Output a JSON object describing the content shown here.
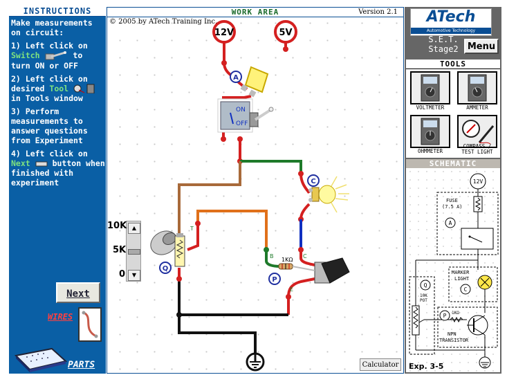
{
  "instructions": {
    "title": "INSTRUCTIONS",
    "intro": "Make measurements on circuit:",
    "step1_a": "1) Left click on",
    "step1_switch": "Switch",
    "step1_b": "to turn ON or OFF",
    "step2_a": "2) Left click on desired",
    "step2_tool": "Tool",
    "step2_b": "in Tools window",
    "step3": "3) Perform measurements to answer questions from Experiment",
    "step4_a": "4) Left click on",
    "step4_next": "Next",
    "step4_b": "button when finished with experiment"
  },
  "left_panel": {
    "next_button": "Next",
    "wires_label": "WIRES",
    "parts_label": "PARTS"
  },
  "work_area": {
    "title": "WORK AREA",
    "version": "Version 2.1",
    "copyright": "© 2005 by ATech Training Inc.",
    "supply_12v": "12V",
    "supply_5v": "5V",
    "label_a": "A",
    "label_c": "C",
    "label_p": "P",
    "label_q": "Q",
    "switch_on": "ON",
    "switch_off": "OFF",
    "pot_10k": "10K",
    "pot_5k": "5K",
    "pot_0": "0",
    "resistor_label": "1KΩ",
    "pin_t": "T",
    "pin_b": "B",
    "pin_c": "C",
    "pin_e": "E",
    "calculator_button": "Calculator"
  },
  "header_right": {
    "logo": "ATech",
    "logo_sub": "Automotive Technology",
    "set_line1": "S.E.T.",
    "set_line2": "Stage2",
    "menu_button": "Menu"
  },
  "tools": {
    "title": "TOOLS",
    "voltmeter": "VOLTMETER",
    "ammeter": "AMMETER",
    "ohmmeter": "OHMMETER",
    "compass_line1": "COMPASS /",
    "compass_line2": "TEST LIGHT"
  },
  "schematic": {
    "title": "SCHEMATIC",
    "supply": "12V",
    "fuse_line1": "FUSE",
    "fuse_line2": "(7.5 A)",
    "label_a": "A",
    "marker_line1": "MARKER",
    "marker_line2": "LIGHT",
    "label_c": "C",
    "label_q": "Q",
    "pot_line1": "10K",
    "pot_line2": "POT",
    "label_p": "P",
    "resistor": "1KΩ",
    "npn_line1": "NPN",
    "npn_line2": "TRANSISTOR",
    "experiment": "Exp. 3-5"
  },
  "colors": {
    "panel_blue": "#0a5fa5",
    "wire_red": "#d42020",
    "wire_green": "#1e7a2a",
    "wire_brown": "#a86a3a",
    "wire_orange": "#e0701a",
    "wire_blue": "#1030c0",
    "wire_black": "#111111"
  }
}
